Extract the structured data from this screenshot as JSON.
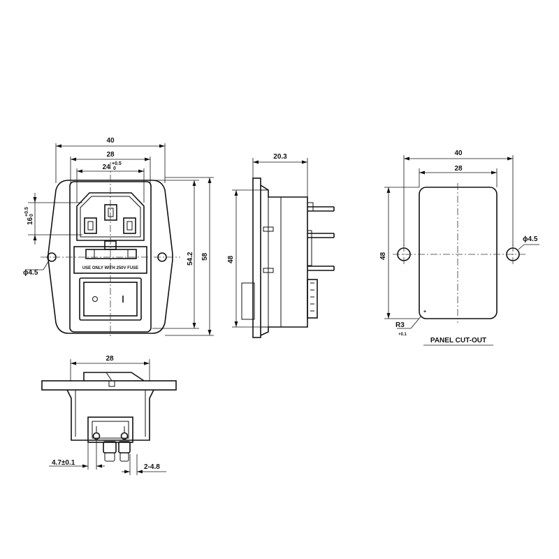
{
  "front": {
    "dim_overall_width": "40",
    "dim_socket_width": "28",
    "dim_pin_spacing": "24",
    "dim_pin_spacing_tol_upper": "+0.5",
    "dim_pin_spacing_tol_lower": "0",
    "dim_socket_height": "16",
    "dim_socket_height_tol_upper": "+0.5",
    "dim_socket_height_tol_lower": "0",
    "dim_hole_dia": "ϕ4.5",
    "dim_body_height": "54.2",
    "dim_overall_height": "58",
    "fuse_label": "USE ONLY WITH 250V FUSE",
    "switch_off_symbol": "O",
    "switch_on_symbol": "I"
  },
  "side": {
    "dim_depth": "20.3",
    "dim_height": "48"
  },
  "cutout": {
    "dim_outer_width": "40",
    "dim_inner_width": "28",
    "dim_height": "48",
    "dim_hole_dia": "ϕ4.5",
    "dim_corner_radius": "R3",
    "tol_mark": "+0.1",
    "title": "PANEL CUT-OUT"
  },
  "bottom": {
    "dim_width": "28",
    "dim_terminal_width": "4.7±0.1",
    "dim_terminal_pitch": "2-4.8"
  }
}
